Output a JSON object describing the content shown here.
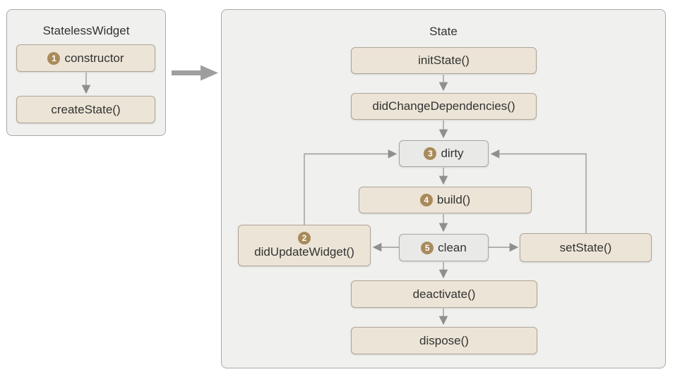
{
  "panels": {
    "widget": {
      "title": "StatelessWidget"
    },
    "state": {
      "title": "State"
    }
  },
  "nodes": {
    "constructor": {
      "badge": "1",
      "label": "constructor"
    },
    "createState": {
      "label": "createState()"
    },
    "initState": {
      "label": "initState()"
    },
    "didChangeDependencies": {
      "label": "didChangeDependencies()"
    },
    "dirty": {
      "badge": "3",
      "label": "dirty"
    },
    "build": {
      "badge": "4",
      "label": "build()"
    },
    "didUpdateWidget": {
      "badge": "2",
      "label": "didUpdateWidget()"
    },
    "clean": {
      "badge": "5",
      "label": "clean"
    },
    "setState": {
      "label": "setState()"
    },
    "deactivate": {
      "label": "deactivate()"
    },
    "dispose": {
      "label": "dispose()"
    }
  },
  "edges": [
    {
      "from": "constructor",
      "to": "createState()"
    },
    {
      "from": "StatelessWidget",
      "to": "State"
    },
    {
      "from": "initState()",
      "to": "didChangeDependencies()"
    },
    {
      "from": "didChangeDependencies()",
      "to": "dirty"
    },
    {
      "from": "dirty",
      "to": "build()"
    },
    {
      "from": "build()",
      "to": "clean"
    },
    {
      "from": "clean",
      "to": "didUpdateWidget()"
    },
    {
      "from": "didUpdateWidget()",
      "to": "dirty"
    },
    {
      "from": "clean",
      "to": "setState()"
    },
    {
      "from": "setState()",
      "to": "dirty"
    },
    {
      "from": "clean",
      "to": "deactivate()"
    },
    {
      "from": "deactivate()",
      "to": "dispose()"
    }
  ],
  "colors": {
    "panel_fill": "#f0f0ef",
    "panel_border": "#a9a9a9",
    "method_fill": "#ece4d6",
    "method_border": "#aea695",
    "state_fill": "#e9e9e8",
    "state_border": "#a6a6a6",
    "badge_fill": "#a98a5b",
    "badge_text": "#ffffff",
    "arrow": "#9a9a9a",
    "big_arrow": "#9e9e9e",
    "text": "#333333"
  }
}
